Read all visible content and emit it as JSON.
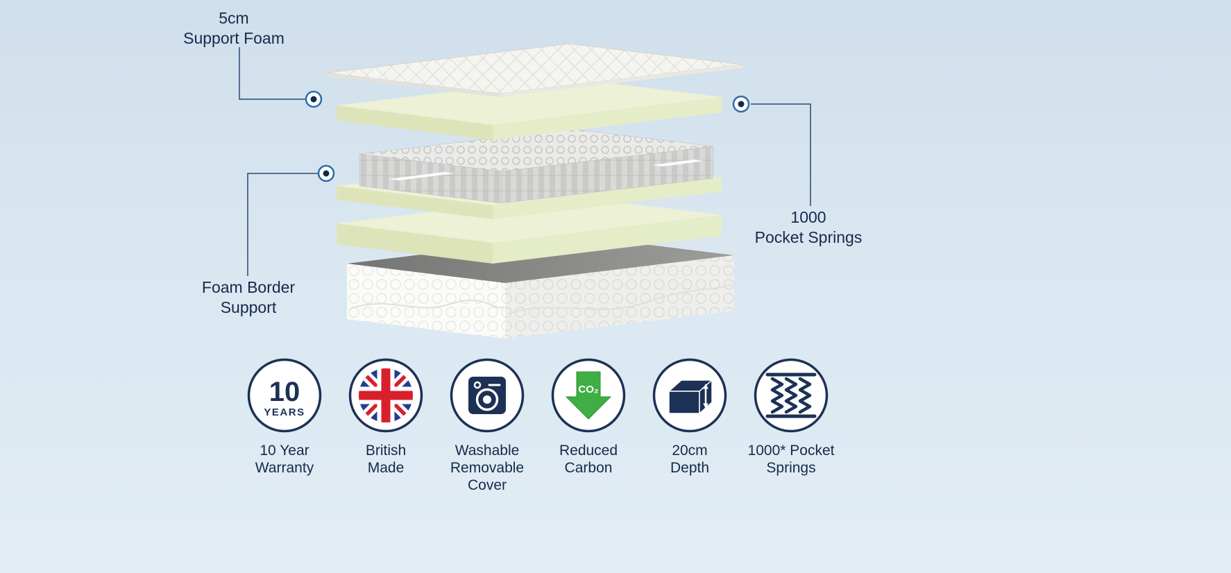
{
  "diagram": {
    "name": "mattress-exploded-view",
    "layers": [
      "quilted-cover",
      "support-foam",
      "pocket-springs",
      "foam-tray",
      "base-foam",
      "quilted-base"
    ]
  },
  "callouts": {
    "support_foam": {
      "lines": [
        "5cm",
        "Support Foam"
      ]
    },
    "foam_border": {
      "lines": [
        "Foam Border",
        "Support"
      ]
    },
    "pocket_springs": {
      "lines": [
        "1000",
        "Pocket Springs"
      ]
    }
  },
  "features": [
    {
      "label_lines": [
        "10 Year",
        "Warranty"
      ],
      "badge_text": [
        "10",
        "YEARS"
      ]
    },
    {
      "label_lines": [
        "British",
        "Made"
      ]
    },
    {
      "label_lines": [
        "Washable",
        "Removable",
        "Cover"
      ]
    },
    {
      "label_lines": [
        "Reduced",
        "Carbon"
      ],
      "badge_text": [
        "CO₂"
      ]
    },
    {
      "label_lines": [
        "20cm",
        "Depth"
      ]
    },
    {
      "label_lines": [
        "1000* Pocket",
        "Springs"
      ]
    }
  ],
  "colors": {
    "text": "#16294a",
    "navy": "#1d3156",
    "callout_line": "#27476e",
    "marker_ring": "#2e6ca9",
    "marker_dot": "#14294d",
    "foam_top": "#edf1d6",
    "foam_side": "#dde4ba",
    "green_arrow": "#3fae44",
    "flag_blue": "#233e8c",
    "flag_red": "#d8202d"
  }
}
